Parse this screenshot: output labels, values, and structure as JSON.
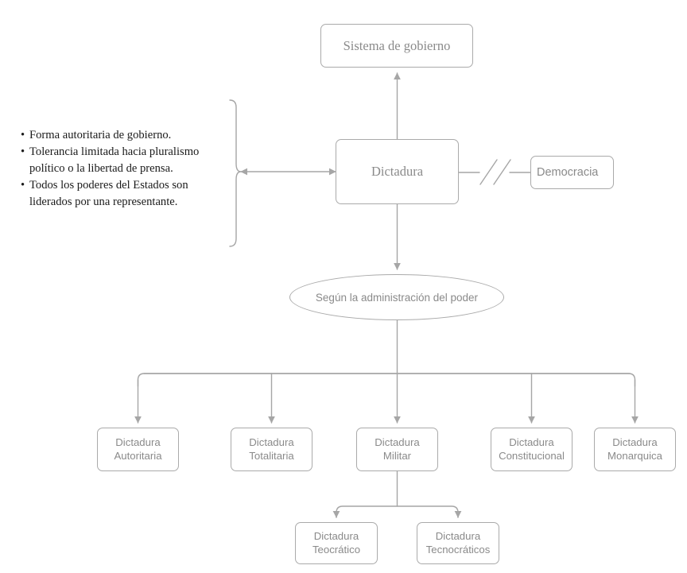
{
  "diagram": {
    "title": "Sistema de gobierno",
    "background_color": "#ffffff",
    "line_color": "#aaaaaa",
    "node_text_color": "#8a8a8a",
    "bullet_text_color": "#1a1a1a",
    "nodes": {
      "sistema": "Sistema de gobierno",
      "dictadura": "Dictadura",
      "democracia": "Democracia",
      "criterio": "Según la administración del poder",
      "autoritaria": "Dictadura\nAutoritaria",
      "totalitaria": "Dictadura\nTotalitaria",
      "militar": "Dictadura\nMilitar",
      "constitucional": "Dictadura\nConstitucional",
      "monarquica": "Dictadura\nMonarquica",
      "teocratico": "Dictadura\nTeocrático",
      "tecnocraticos": "Dictadura\nTecnocráticos"
    },
    "bullets": [
      "Forma autoritaria de gobierno.",
      "Tolerancia limitada hacia pluralismo político o la libertad de prensa.",
      "Todos los poderes del Estados son liderados por una representante."
    ],
    "annotations": {
      "opposition_marker": "//"
    }
  }
}
